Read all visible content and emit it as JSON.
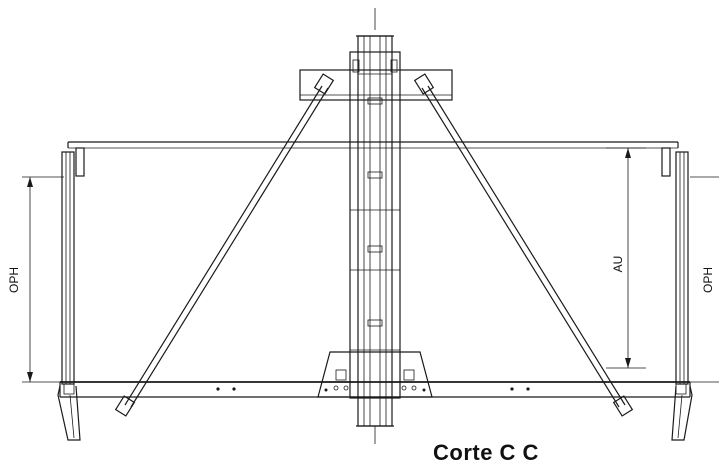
{
  "drawing": {
    "dimension_left": "OPH",
    "dimension_center": "AU",
    "dimension_right": "OPH",
    "caption": "Corte C C"
  },
  "colors": {
    "line": "#1a1a1a",
    "background": "#ffffff"
  }
}
